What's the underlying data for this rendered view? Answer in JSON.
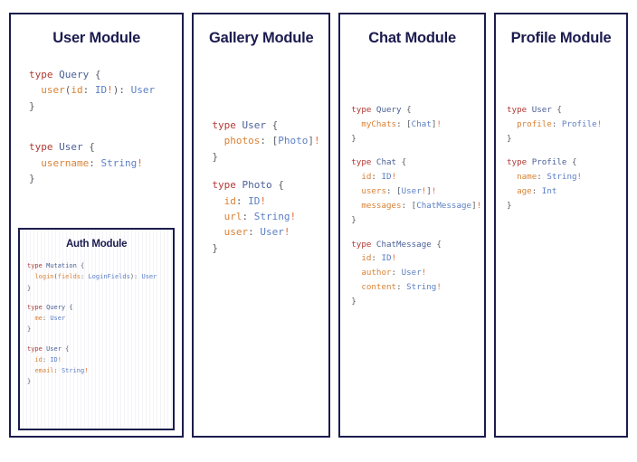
{
  "canvas": {
    "background": "#ffffff",
    "border_color": "#1c1c4e",
    "title_color": "#1b1b4f"
  },
  "palette": {
    "keyword": "#b03a35",
    "type_name": "#4a5f96",
    "field": "#d98236",
    "scalar": "#5b7fc4",
    "punctuation": "#5a5f66",
    "bang": "#e06a3a"
  },
  "modules": {
    "user": {
      "title": "User Module",
      "blocks": [
        {
          "lines": [
            [
              {
                "t": "type ",
                "c": "k"
              },
              {
                "t": "Query",
                "c": "t"
              },
              {
                "t": " {",
                "c": "p"
              }
            ],
            [
              {
                "t": "  ",
                "c": "p"
              },
              {
                "t": "user",
                "c": "f"
              },
              {
                "t": "(",
                "c": "p"
              },
              {
                "t": "id",
                "c": "f"
              },
              {
                "t": ": ",
                "c": "p"
              },
              {
                "t": "ID",
                "c": "ty"
              },
              {
                "t": "!",
                "c": "b"
              },
              {
                "t": "): ",
                "c": "p"
              },
              {
                "t": "User",
                "c": "ty"
              }
            ],
            [
              {
                "t": "}",
                "c": "p"
              }
            ]
          ]
        },
        {
          "lines": [
            [
              {
                "t": "type ",
                "c": "k"
              },
              {
                "t": "User",
                "c": "t"
              },
              {
                "t": " {",
                "c": "p"
              }
            ],
            [
              {
                "t": "  ",
                "c": "p"
              },
              {
                "t": "username",
                "c": "f"
              },
              {
                "t": ": ",
                "c": "p"
              },
              {
                "t": "String",
                "c": "ty"
              },
              {
                "t": "!",
                "c": "b"
              }
            ],
            [
              {
                "t": "}",
                "c": "p"
              }
            ]
          ]
        }
      ],
      "nested": {
        "title": "Auth Module",
        "blocks": [
          {
            "lines": [
              [
                {
                  "t": "type ",
                  "c": "k"
                },
                {
                  "t": "Mutation",
                  "c": "t"
                },
                {
                  "t": " {",
                  "c": "p"
                }
              ],
              [
                {
                  "t": "  ",
                  "c": "p"
                },
                {
                  "t": "login",
                  "c": "f"
                },
                {
                  "t": "(",
                  "c": "p"
                },
                {
                  "t": "fields",
                  "c": "f"
                },
                {
                  "t": ": ",
                  "c": "p"
                },
                {
                  "t": "LoginFields",
                  "c": "ty"
                },
                {
                  "t": "): ",
                  "c": "p"
                },
                {
                  "t": "User",
                  "c": "ty"
                }
              ],
              [
                {
                  "t": "}",
                  "c": "p"
                }
              ]
            ]
          },
          {
            "lines": [
              [
                {
                  "t": "type ",
                  "c": "k"
                },
                {
                  "t": "Query",
                  "c": "t"
                },
                {
                  "t": " {",
                  "c": "p"
                }
              ],
              [
                {
                  "t": "  ",
                  "c": "p"
                },
                {
                  "t": "me",
                  "c": "f"
                },
                {
                  "t": ": ",
                  "c": "p"
                },
                {
                  "t": "User",
                  "c": "ty"
                }
              ],
              [
                {
                  "t": "}",
                  "c": "p"
                }
              ]
            ]
          },
          {
            "lines": [
              [
                {
                  "t": "type ",
                  "c": "k"
                },
                {
                  "t": "User",
                  "c": "t"
                },
                {
                  "t": " {",
                  "c": "p"
                }
              ],
              [
                {
                  "t": "  ",
                  "c": "p"
                },
                {
                  "t": "id",
                  "c": "f"
                },
                {
                  "t": ": ",
                  "c": "p"
                },
                {
                  "t": "ID",
                  "c": "ty"
                },
                {
                  "t": "!",
                  "c": "b"
                }
              ],
              [
                {
                  "t": "  ",
                  "c": "p"
                },
                {
                  "t": "email",
                  "c": "f"
                },
                {
                  "t": ": ",
                  "c": "p"
                },
                {
                  "t": "String",
                  "c": "ty"
                },
                {
                  "t": "!",
                  "c": "b"
                }
              ],
              [
                {
                  "t": "}",
                  "c": "p"
                }
              ]
            ]
          }
        ]
      }
    },
    "gallery": {
      "title": "Gallery Module",
      "blocks": [
        {
          "lines": [
            [
              {
                "t": "type ",
                "c": "k"
              },
              {
                "t": "User",
                "c": "t"
              },
              {
                "t": " {",
                "c": "p"
              }
            ],
            [
              {
                "t": "  ",
                "c": "p"
              },
              {
                "t": "photos",
                "c": "f"
              },
              {
                "t": ": [",
                "c": "p"
              },
              {
                "t": "Photo",
                "c": "ty"
              },
              {
                "t": "]",
                "c": "p"
              },
              {
                "t": "!",
                "c": "b"
              }
            ],
            [
              {
                "t": "}",
                "c": "p"
              }
            ]
          ]
        },
        {
          "lines": [
            [
              {
                "t": "type ",
                "c": "k"
              },
              {
                "t": "Photo",
                "c": "t"
              },
              {
                "t": " {",
                "c": "p"
              }
            ],
            [
              {
                "t": "  ",
                "c": "p"
              },
              {
                "t": "id",
                "c": "f"
              },
              {
                "t": ": ",
                "c": "p"
              },
              {
                "t": "ID",
                "c": "ty"
              },
              {
                "t": "!",
                "c": "b"
              }
            ],
            [
              {
                "t": "  ",
                "c": "p"
              },
              {
                "t": "url",
                "c": "f"
              },
              {
                "t": ": ",
                "c": "p"
              },
              {
                "t": "String",
                "c": "ty"
              },
              {
                "t": "!",
                "c": "b"
              }
            ],
            [
              {
                "t": "  ",
                "c": "p"
              },
              {
                "t": "user",
                "c": "f"
              },
              {
                "t": ": ",
                "c": "p"
              },
              {
                "t": "User",
                "c": "ty"
              },
              {
                "t": "!",
                "c": "b"
              }
            ],
            [
              {
                "t": "}",
                "c": "p"
              }
            ]
          ]
        }
      ]
    },
    "chat": {
      "title": "Chat Module",
      "blocks": [
        {
          "lines": [
            [
              {
                "t": "type ",
                "c": "k"
              },
              {
                "t": "Query",
                "c": "t"
              },
              {
                "t": " {",
                "c": "p"
              }
            ],
            [
              {
                "t": "  ",
                "c": "p"
              },
              {
                "t": "myChats",
                "c": "f"
              },
              {
                "t": ": [",
                "c": "p"
              },
              {
                "t": "Chat",
                "c": "ty"
              },
              {
                "t": "]",
                "c": "p"
              },
              {
                "t": "!",
                "c": "b"
              }
            ],
            [
              {
                "t": "}",
                "c": "p"
              }
            ]
          ]
        },
        {
          "lines": [
            [
              {
                "t": "type ",
                "c": "k"
              },
              {
                "t": "Chat",
                "c": "t"
              },
              {
                "t": " {",
                "c": "p"
              }
            ],
            [
              {
                "t": "  ",
                "c": "p"
              },
              {
                "t": "id",
                "c": "f"
              },
              {
                "t": ": ",
                "c": "p"
              },
              {
                "t": "ID",
                "c": "ty"
              },
              {
                "t": "!",
                "c": "b"
              }
            ],
            [
              {
                "t": "  ",
                "c": "p"
              },
              {
                "t": "users",
                "c": "f"
              },
              {
                "t": ": [",
                "c": "p"
              },
              {
                "t": "User",
                "c": "ty"
              },
              {
                "t": "!",
                "c": "b"
              },
              {
                "t": "]",
                "c": "p"
              },
              {
                "t": "!",
                "c": "b"
              }
            ],
            [
              {
                "t": "  ",
                "c": "p"
              },
              {
                "t": "messages",
                "c": "f"
              },
              {
                "t": ": [",
                "c": "p"
              },
              {
                "t": "ChatMessage",
                "c": "ty"
              },
              {
                "t": "]",
                "c": "p"
              },
              {
                "t": "!",
                "c": "b"
              }
            ],
            [
              {
                "t": "}",
                "c": "p"
              }
            ]
          ]
        },
        {
          "lines": [
            [
              {
                "t": "type ",
                "c": "k"
              },
              {
                "t": "ChatMessage",
                "c": "t"
              },
              {
                "t": " {",
                "c": "p"
              }
            ],
            [
              {
                "t": "  ",
                "c": "p"
              },
              {
                "t": "id",
                "c": "f"
              },
              {
                "t": ": ",
                "c": "p"
              },
              {
                "t": "ID",
                "c": "ty"
              },
              {
                "t": "!",
                "c": "b"
              }
            ],
            [
              {
                "t": "  ",
                "c": "p"
              },
              {
                "t": "author",
                "c": "f"
              },
              {
                "t": ": ",
                "c": "p"
              },
              {
                "t": "User",
                "c": "ty"
              },
              {
                "t": "!",
                "c": "b"
              }
            ],
            [
              {
                "t": "  ",
                "c": "p"
              },
              {
                "t": "content",
                "c": "f"
              },
              {
                "t": ": ",
                "c": "p"
              },
              {
                "t": "String",
                "c": "ty"
              },
              {
                "t": "!",
                "c": "b"
              }
            ],
            [
              {
                "t": "}",
                "c": "p"
              }
            ]
          ]
        }
      ]
    },
    "profile": {
      "title": "Profile Module",
      "blocks": [
        {
          "lines": [
            [
              {
                "t": "type ",
                "c": "k"
              },
              {
                "t": "User",
                "c": "t"
              },
              {
                "t": " {",
                "c": "p"
              }
            ],
            [
              {
                "t": "  ",
                "c": "p"
              },
              {
                "t": "profile",
                "c": "f"
              },
              {
                "t": ": ",
                "c": "p"
              },
              {
                "t": "Profile",
                "c": "ty"
              },
              {
                "t": "!",
                "c": "b"
              }
            ],
            [
              {
                "t": "}",
                "c": "p"
              }
            ]
          ]
        },
        {
          "lines": [
            [
              {
                "t": "type ",
                "c": "k"
              },
              {
                "t": "Profile",
                "c": "t"
              },
              {
                "t": " {",
                "c": "p"
              }
            ],
            [
              {
                "t": "  ",
                "c": "p"
              },
              {
                "t": "name",
                "c": "f"
              },
              {
                "t": ": ",
                "c": "p"
              },
              {
                "t": "String",
                "c": "ty"
              },
              {
                "t": "!",
                "c": "b"
              }
            ],
            [
              {
                "t": "  ",
                "c": "p"
              },
              {
                "t": "age",
                "c": "f"
              },
              {
                "t": ": ",
                "c": "p"
              },
              {
                "t": "Int",
                "c": "ty"
              }
            ],
            [
              {
                "t": "}",
                "c": "p"
              }
            ]
          ]
        }
      ]
    }
  }
}
